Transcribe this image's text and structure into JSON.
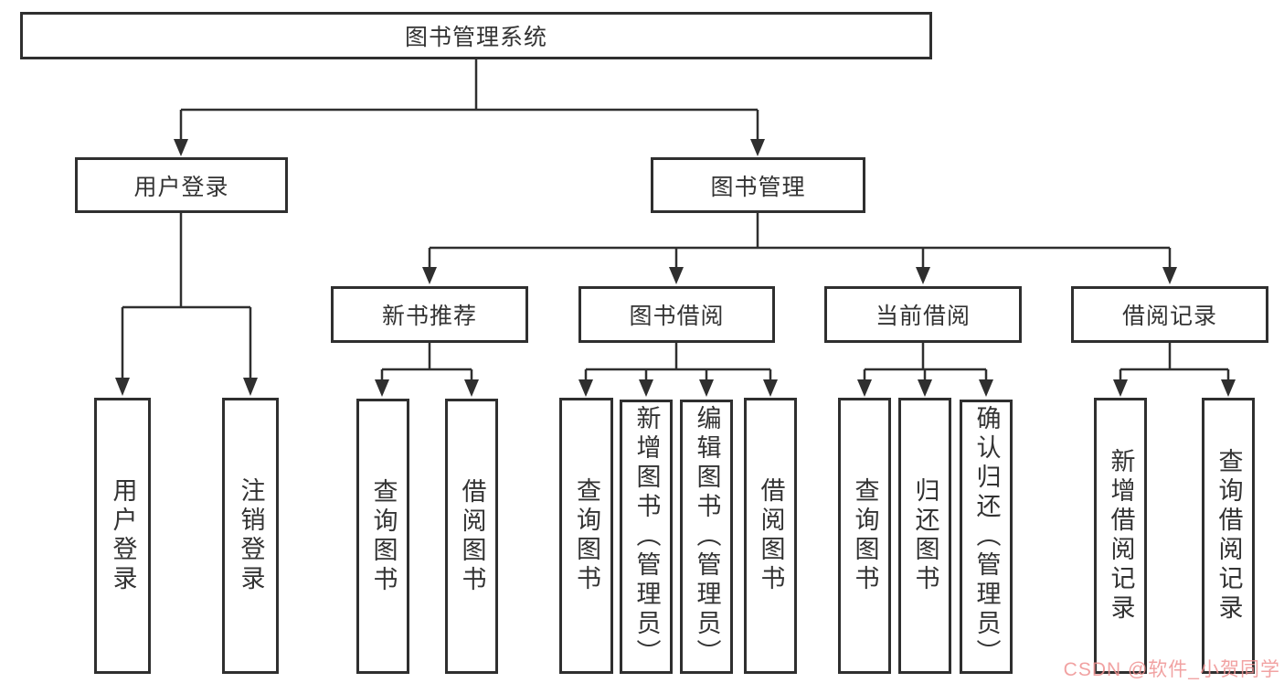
{
  "diagram": {
    "tree": {
      "label": "图书管理系统",
      "children": [
        {
          "label": "用户登录",
          "children": [
            {
              "label": "用户登录"
            },
            {
              "label": "注销登录"
            }
          ]
        },
        {
          "label": "图书管理",
          "children": [
            {
              "label": "新书推荐",
              "children": [
                {
                  "label": "查询图书"
                },
                {
                  "label": "借阅图书"
                }
              ]
            },
            {
              "label": "图书借阅",
              "children": [
                {
                  "label": "查询图书"
                },
                {
                  "label": "新增图书（管理员）"
                },
                {
                  "label": "编辑图书（管理员）"
                },
                {
                  "label": "借阅图书"
                }
              ]
            },
            {
              "label": "当前借阅",
              "children": [
                {
                  "label": "查询图书"
                },
                {
                  "label": "归还图书"
                },
                {
                  "label": "确认归还（管理员）"
                }
              ]
            },
            {
              "label": "借阅记录",
              "children": [
                {
                  "label": "新增借阅记录"
                },
                {
                  "label": "查询借阅记录"
                }
              ]
            }
          ]
        }
      ]
    },
    "colors": {
      "line": "#2f2f2f",
      "text": "#333333",
      "box_fill": "#ffffff"
    }
  },
  "watermark": {
    "text": "CSDN @软件_小贺同学",
    "color": "#ef9292"
  }
}
